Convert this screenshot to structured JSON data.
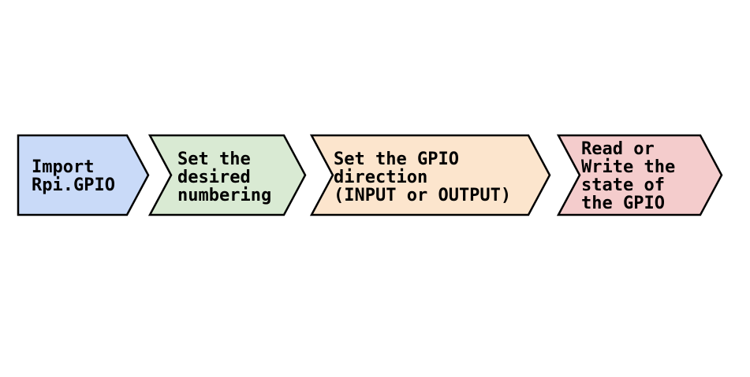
{
  "diagram": {
    "type": "flow-chevron-arrows",
    "background": "#ffffff",
    "border_color": "#000000",
    "text_color": "#000000",
    "steps": [
      {
        "label": "Import\nRpi.GPIO",
        "fill": "#c9daf8"
      },
      {
        "label": "Set the\ndesired\nnumbering",
        "fill": "#d9ead3"
      },
      {
        "label": "Set the GPIO\ndirection\n(INPUT or OUTPUT)",
        "fill": "#fce5cd"
      },
      {
        "label": "Read or\nWrite the\nstate of\nthe GPIO",
        "fill": "#f4cccc"
      }
    ]
  }
}
